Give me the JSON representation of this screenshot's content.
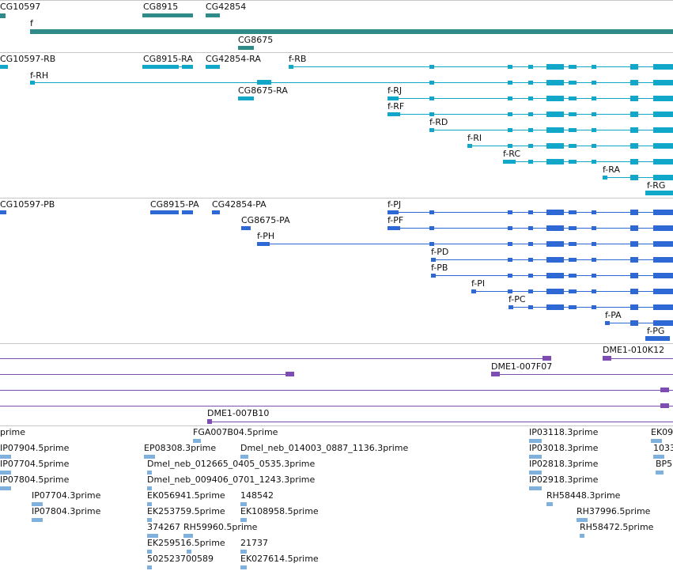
{
  "colors": {
    "gene": "#2f8a8a",
    "transcript": "#10a7c8",
    "protein": "#2d68d4",
    "clone": "#7e4db1",
    "est": "#7fb1dc",
    "separator": "#c7c7c7"
  },
  "icons": {
    "strand_forward": "arrow-right",
    "strand_reverse": "arrow-left"
  },
  "gene_track": {
    "labels": [
      "CG10597",
      "CG8915",
      "CG42854",
      "f",
      "CG8675"
    ]
  },
  "transcript_track": {
    "labels": [
      "CG10597-RB",
      "CG8915-RA",
      "CG42854-RA",
      "f-RB",
      "f-RH",
      "CG8675-RA",
      "f-RJ",
      "f-RF",
      "f-RD",
      "f-RI",
      "f-RC",
      "f-RA",
      "f-RG"
    ]
  },
  "protein_track": {
    "labels": [
      "CG10597-PB",
      "CG8915-PA",
      "CG42854-PA",
      "CG8675-PA",
      "f-PJ",
      "f-PF",
      "f-PH",
      "f-PD",
      "f-PB",
      "f-PI",
      "f-PC",
      "f-PA",
      "f-PG"
    ]
  },
  "clone_track": {
    "labels": [
      "DME1-010K12",
      "DME1-007F07",
      "DME1-007B10"
    ]
  },
  "est_track": {
    "labels": [
      "prime",
      "FGA007B04.5prime",
      "IP03118.3prime",
      "EK09",
      "IP07904.5prime",
      "EP08308.3prime",
      "Dmel_neb_014003_0887_1136.3prime",
      "IP03018.3prime",
      "1033",
      "IP07704.5prime",
      "Dmel_neb_012665_0405_0535.3prime",
      "IP02818.3prime",
      "BP5",
      "IP07804.5prime",
      "Dmel_neb_009406_0701_1243.3prime",
      "IP02918.3prime",
      "IP07704.3prime",
      "EK056941.5prime",
      "148542",
      "RH58448.3prime",
      "IP07804.3prime",
      "EK253759.5prime",
      "EK108958.5prime",
      "RH37996.5prime",
      "374267",
      "RH59960.5prime",
      "RH58472.5prime",
      "EK259516.5prime",
      "21737",
      "502523700589",
      "EK027614.5prime"
    ]
  }
}
